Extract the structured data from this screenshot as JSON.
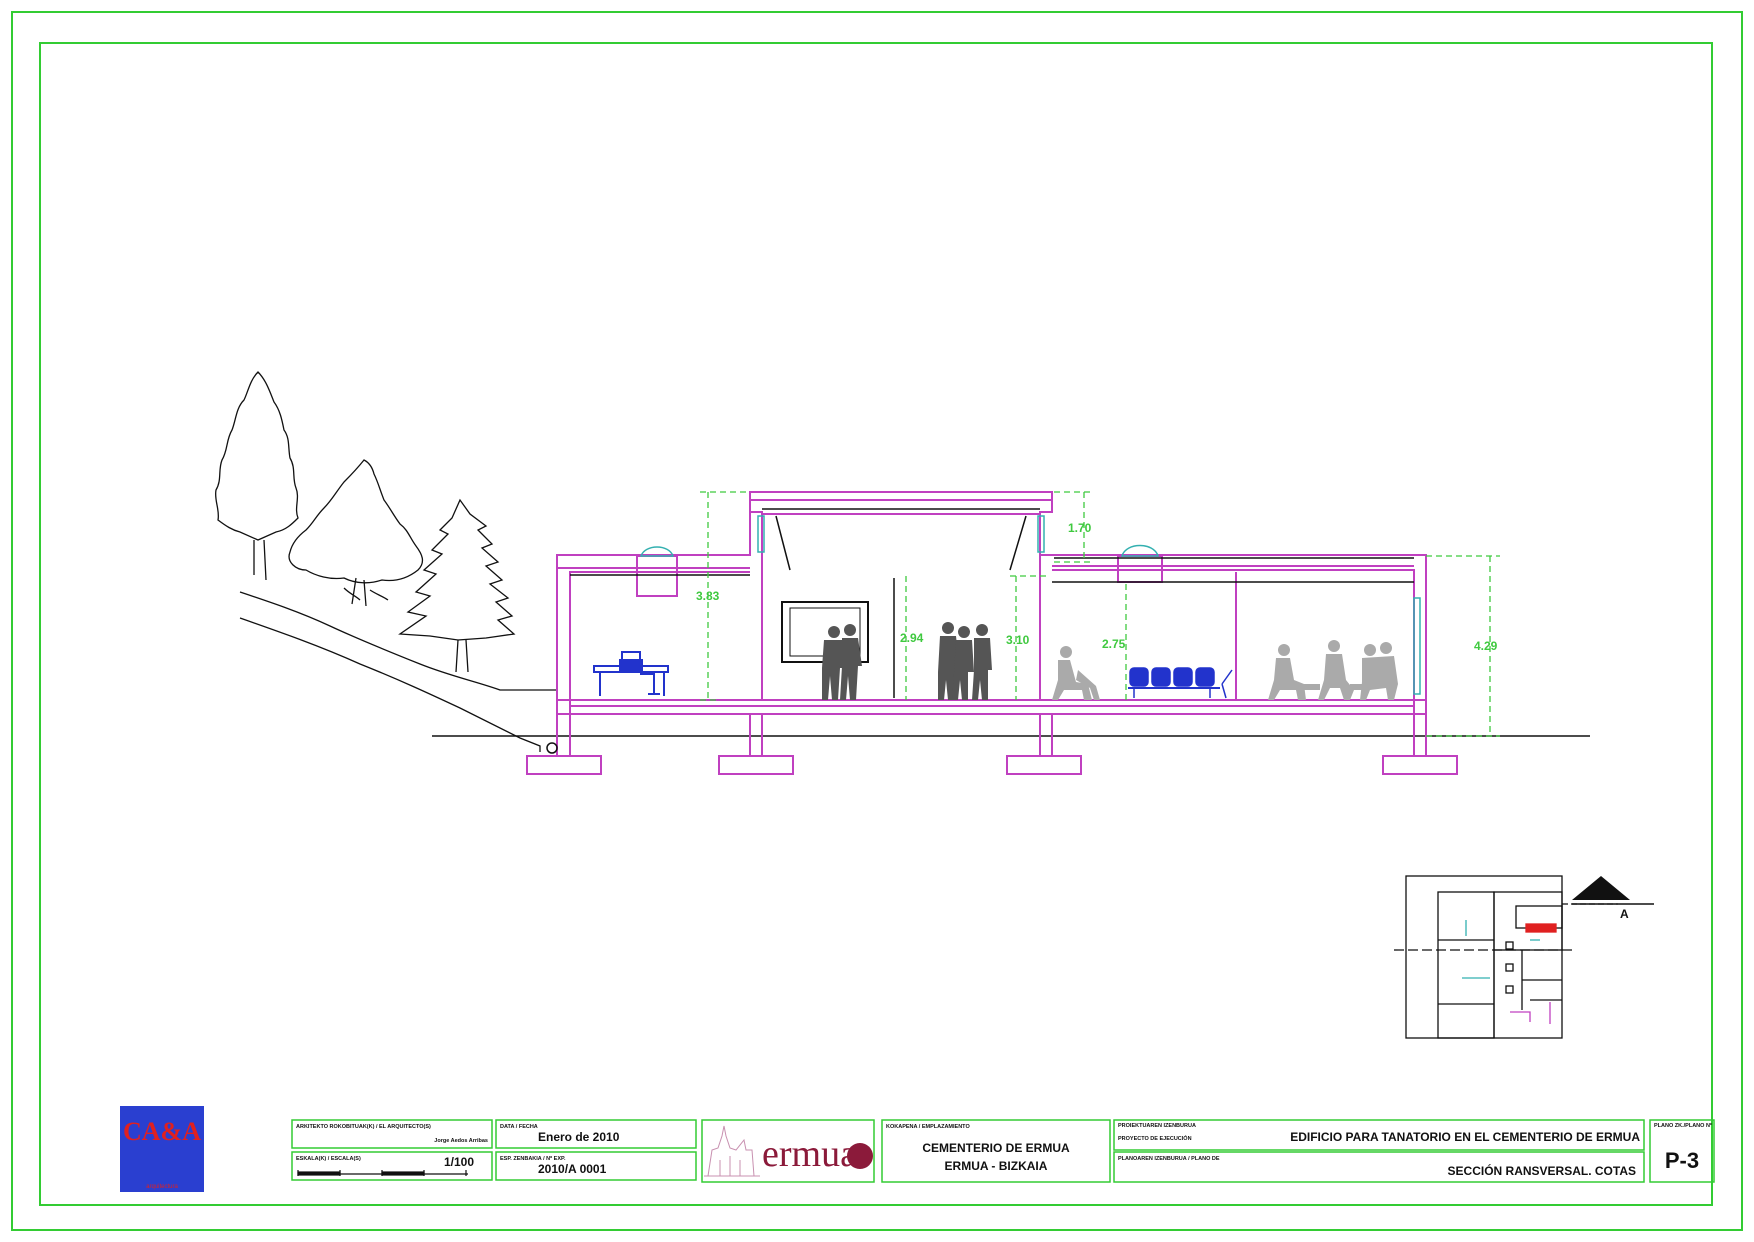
{
  "drawing": {
    "dimensions": [
      "1.70",
      "3.83",
      "2.94",
      "3.10",
      "2.75",
      "4.29"
    ],
    "section_marker": "A"
  },
  "logo": {
    "text": "CA&A",
    "subtext": "arquitectura"
  },
  "title_block": {
    "architect_label": "ARKITEKTO ROKOBITUAK(K) / EL ARQUITECTO(S)",
    "architect_name": "Jorge Aedos Arribas",
    "scale_label": "ESKALA(K) / ESCALA(S)",
    "scale_value": "1/100",
    "date_label": "DATA / FECHA",
    "date_value": "Enero de 2010",
    "expedient_label": "ESP. ZENBAKIA / Nº EXP.",
    "expedient_value": "2010/A 0001",
    "municipality_logo_text": "ermua",
    "location_label": "KOKAPENA / EMPLAZAMIENTO",
    "location_line1": "CEMENTERIO DE ERMUA",
    "location_line2": "ERMUA - BIZKAIA",
    "project_label": "PROIEKTUAREN IZENBURUA",
    "project_sublabel": "PROYECTO DE EJECUCIÓN",
    "project_title": "EDIFICIO PARA TANATORIO EN EL CEMENTERIO DE ERMUA",
    "plan_label": "PLANOAREN IZENBURUA / PLANO DE",
    "plan_title": "SECCIÓN RANSVERSAL. COTAS",
    "sheet_label": "PLANO ZK./PLANO Nº",
    "sheet_number": "P-3"
  },
  "colors": {
    "frame": "#33cc33",
    "structure": "#c040c0",
    "dimension": "#3fc93f",
    "furniture": "#2233cc",
    "glazing": "#33b0b0",
    "people": "#555555",
    "logo_bg": "#2a3fd0",
    "logo_fg": "#e02020",
    "ermua": "#8b1a3a"
  }
}
